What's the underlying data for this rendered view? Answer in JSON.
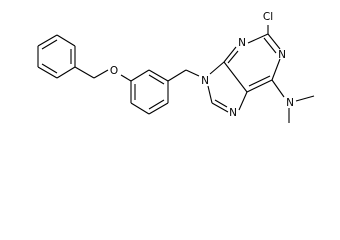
{
  "molecule": {
    "atoms": {
      "o_ether": "O",
      "n9": "N",
      "n3": "N",
      "n1": "N",
      "cl": "Cl",
      "n7": "N",
      "n_amine": "N"
    }
  }
}
